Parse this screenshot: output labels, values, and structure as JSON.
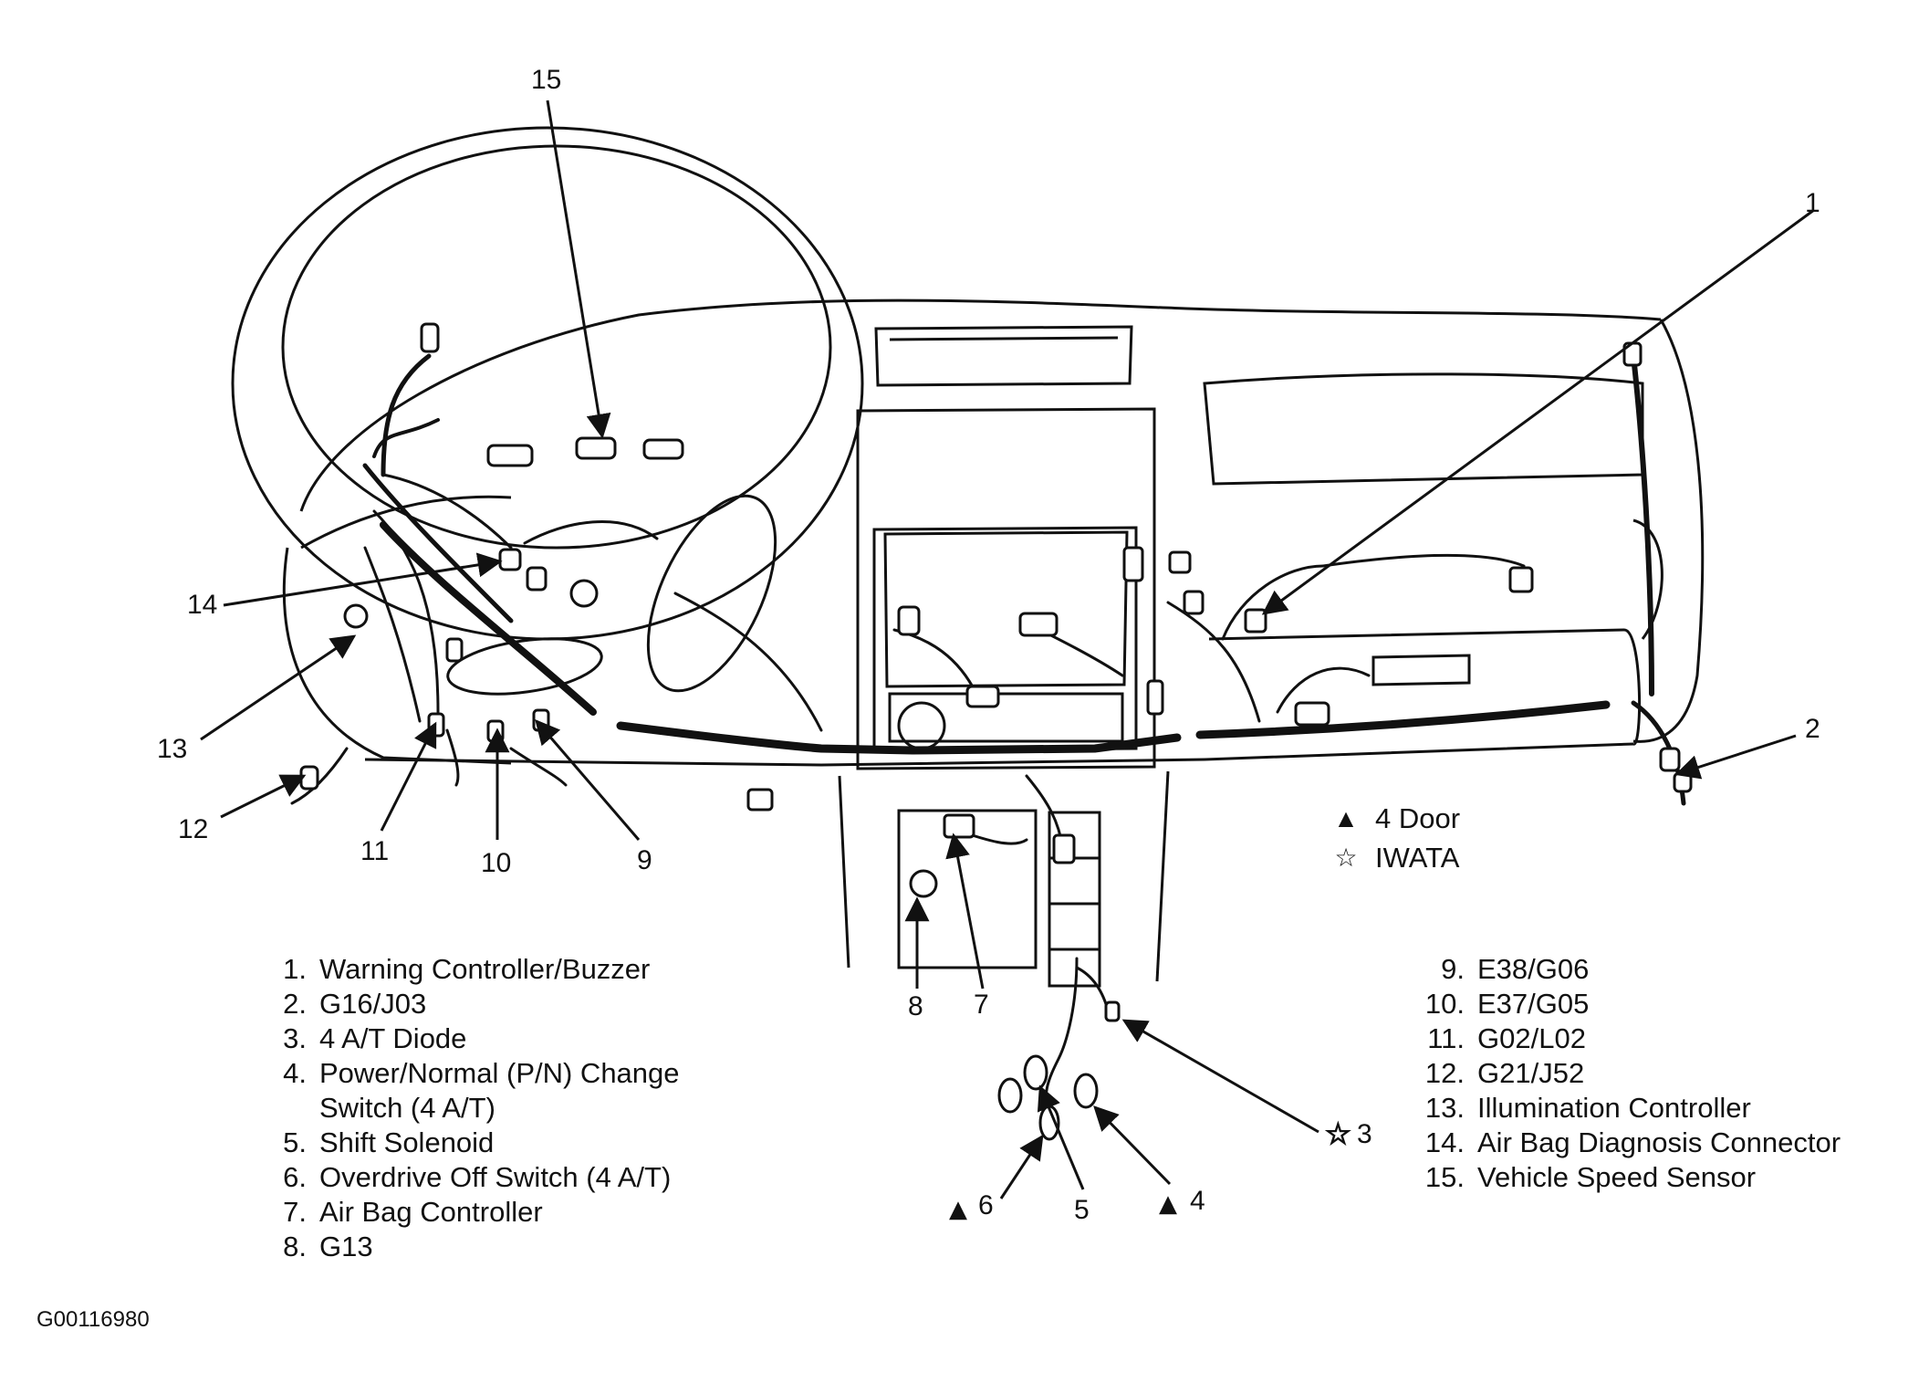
{
  "figure_id": "G00116980",
  "callouts": {
    "c1": "1",
    "c2": "2",
    "c3": "3",
    "c4": "4",
    "c5": "5",
    "c6": "6",
    "c7": "7",
    "c8": "8",
    "c9": "9",
    "c10": "10",
    "c11": "11",
    "c12": "12",
    "c13": "13",
    "c14": "14",
    "c15": "15"
  },
  "symbol_key": [
    {
      "symbol": "▲",
      "label": "4 Door"
    },
    {
      "symbol": "☆",
      "label": "IWATA"
    }
  ],
  "legend_left": [
    {
      "num": "1.",
      "text": "Warning Controller/Buzzer"
    },
    {
      "num": "2.",
      "text": "G16/J03"
    },
    {
      "num": "3.",
      "text": "4 A/T Diode"
    },
    {
      "num": "4.",
      "text": "Power/Normal (P/N) Change"
    },
    {
      "num": "",
      "text": "Switch (4 A/T)"
    },
    {
      "num": "5.",
      "text": "Shift Solenoid"
    },
    {
      "num": "6.",
      "text": "Overdrive Off Switch (4 A/T)"
    },
    {
      "num": "7.",
      "text": "Air Bag Controller"
    },
    {
      "num": "8.",
      "text": "G13"
    }
  ],
  "legend_right": [
    {
      "num": "9.",
      "text": "E38/G06"
    },
    {
      "num": "10.",
      "text": "E37/G05"
    },
    {
      "num": "11.",
      "text": "G02/L02"
    },
    {
      "num": "12.",
      "text": "G21/J52"
    },
    {
      "num": "13.",
      "text": "Illumination Controller"
    },
    {
      "num": "14.",
      "text": "Air Bag Diagnosis Connector"
    },
    {
      "num": "15.",
      "text": "Vehicle Speed Sensor"
    }
  ],
  "colors": {
    "ink": "#111111",
    "background": "#ffffff"
  }
}
